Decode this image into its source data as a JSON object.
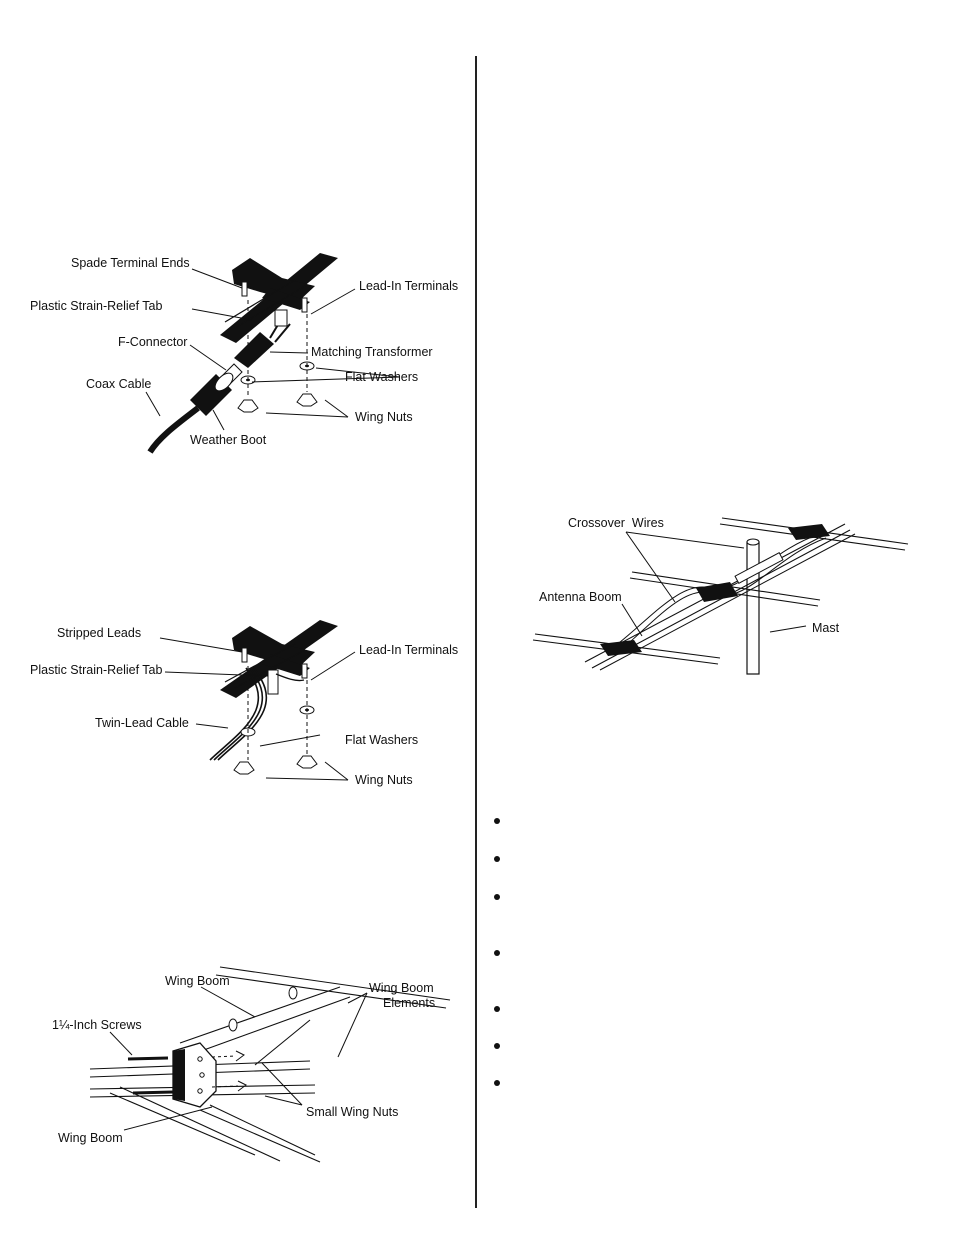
{
  "figure1": {
    "labels": {
      "spade_terminal_ends": "Spade Terminal Ends",
      "plastic_strain_relief_tab": "Plastic Strain-Relief Tab",
      "f_connector": "F-Connector",
      "coax_cable": "Coax Cable",
      "weather_boot": "Weather Boot",
      "lead_in_terminals": "Lead-In Terminals",
      "matching_transformer": "Matching Transformer",
      "flat_washers": "Flat Washers",
      "wing_nuts": "Wing Nuts"
    }
  },
  "figure2": {
    "labels": {
      "stripped_leads": "Stripped Leads",
      "plastic_strain_relief_tab": "Plastic Strain-Relief Tab",
      "twin_lead_cable": "Twin-Lead Cable",
      "lead_in_terminals": "Lead-In Terminals",
      "flat_washers": "Flat Washers",
      "wing_nuts": "Wing Nuts"
    }
  },
  "figure3": {
    "labels": {
      "wing_boom_top": "Wing Boom",
      "wing_boom_elements_line1": "Wing Boom",
      "wing_boom_elements_line2": "Elements",
      "screws": "1¼-Inch Screws",
      "small_wing_nuts": "Small Wing Nuts",
      "wing_boom_bottom": "Wing Boom"
    }
  },
  "figure4": {
    "labels": {
      "crossover_wires": "Crossover  Wires",
      "antenna_boom": "Antenna Boom",
      "mast": "Mast"
    }
  },
  "bullet_list": {
    "count": 7
  }
}
